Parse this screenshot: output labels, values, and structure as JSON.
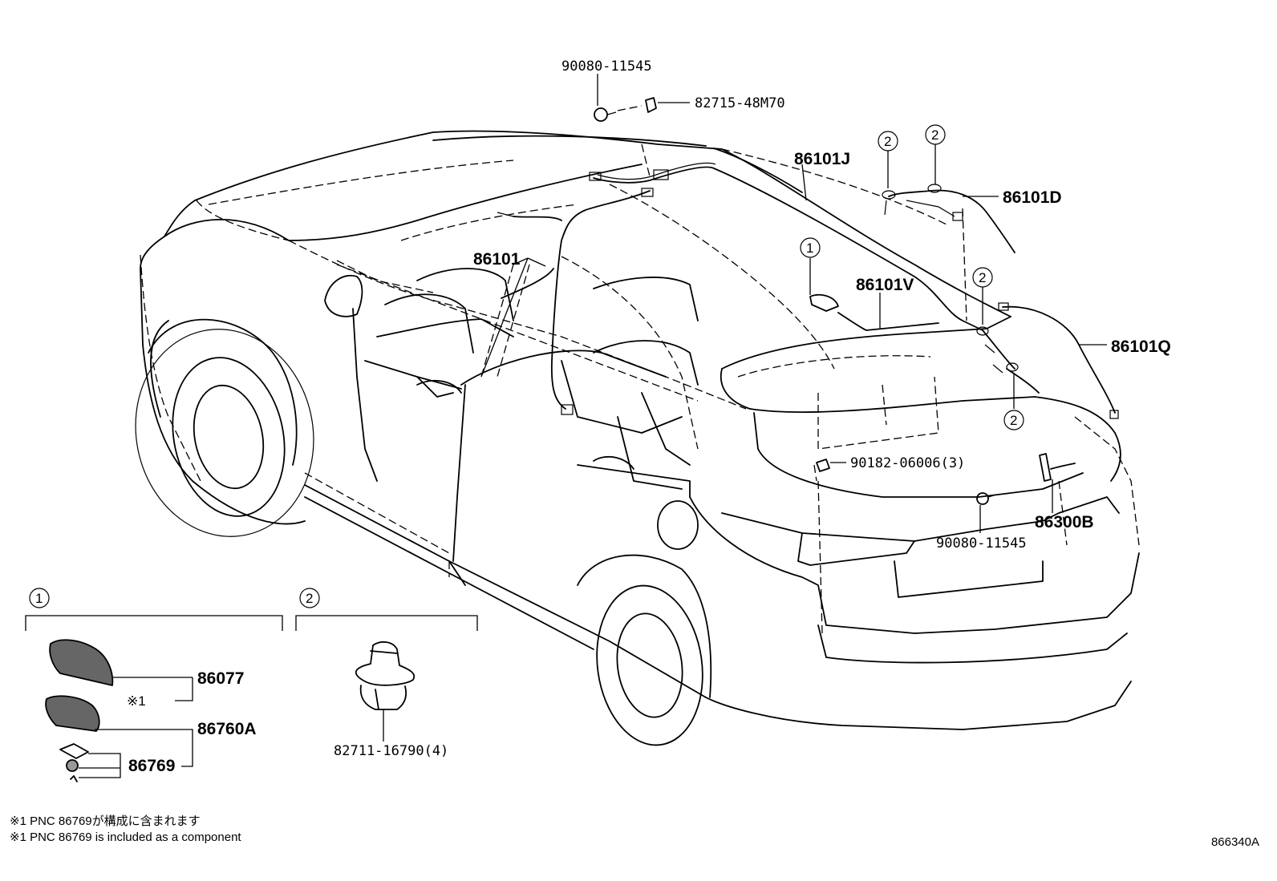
{
  "callouts": {
    "p90080_top": "90080-11545",
    "p82715": "82715-48M70",
    "p86101J": "86101J",
    "p86101D": "86101D",
    "p86101": "86101",
    "p86101V": "86101V",
    "p86101Q": "86101Q",
    "p90182": "90182-06006(3)",
    "p86300B": "86300B",
    "p90080_bottom": "90080-11545",
    "p86077": "86077",
    "p86760A": "86760A",
    "p86769": "86769",
    "p82711": "82711-16790(4)",
    "note_ref": "※1"
  },
  "markers": {
    "one": "1",
    "two": "2"
  },
  "footnotes": {
    "ja": "※1 PNC 86769が構成に含まれます",
    "en": "※1 PNC 86769 is included as a component"
  },
  "figure_code": "866340A"
}
